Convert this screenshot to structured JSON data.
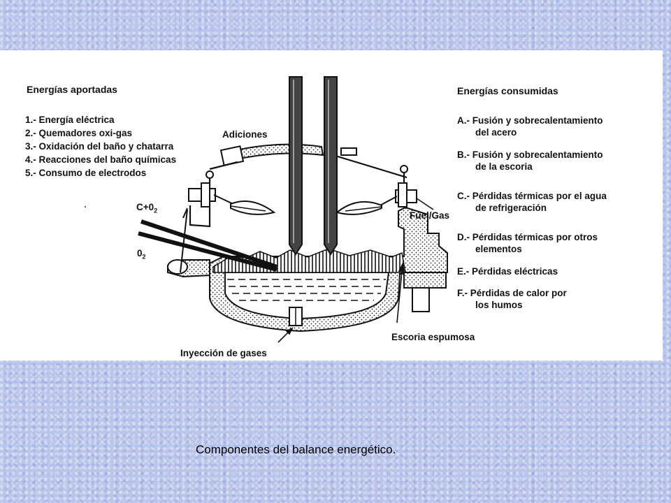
{
  "left_panel": {
    "title": "Energías aportadas",
    "items": [
      "1.- Energía eléctrica",
      "2.- Quemadores oxi-gas",
      "3.- Oxidación del baño y chatarra",
      "4.- Reacciones del baño químicas",
      "5.- Consumo de electrodos"
    ]
  },
  "right_panel": {
    "title": "Energías consumidas",
    "items": [
      {
        "line1": "A.- Fusión y sobrecalentamiento",
        "line2": "del acero"
      },
      {
        "line1": "B.- Fusión y sobrecalentamiento",
        "line2": "de la escoria"
      },
      {
        "line1": "C.- Pérdidas térmicas por el agua",
        "line2": "de refrigeración"
      },
      {
        "line1": "D.- Pérdidas térmicas por otros",
        "line2": "elementos"
      },
      {
        "line1": "E.- Pérdidas eléctricas",
        "line2": ""
      },
      {
        "line1": "F.- Pérdidas de calor por",
        "line2": "los humos"
      }
    ]
  },
  "diagram_labels": {
    "additions": "Adiciones",
    "c_o2": "C+0",
    "c_o2_sub": "2",
    "o2": "0",
    "o2_sub": "2",
    "fuel_gas": "Fuel/Gas",
    "gas_injection": "Inyección de gases",
    "foamy_slag": "Escoria espumosa"
  },
  "caption": {
    "text": "Componentes del balance energético",
    "suffix": "."
  }
}
